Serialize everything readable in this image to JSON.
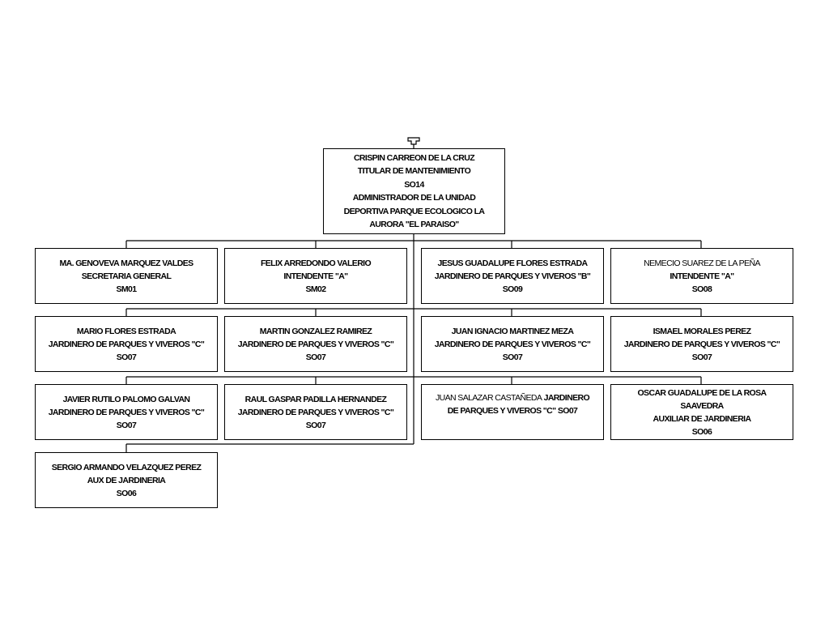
{
  "root": {
    "lines": [
      "CRISPIN CARREON DE LA CRUZ",
      "TITULAR DE MANTENIMIENTO",
      "SO14",
      "ADMINISTRADOR DE LA UNIDAD",
      "DEPORTIVA PARQUE ECOLOGICO LA",
      "AURORA \"EL PARAISO\""
    ]
  },
  "staff": [
    {
      "lines": [
        "MA. GENOVEVA MARQUEZ VALDES",
        "SECRETARIA GENERAL",
        "SM01"
      ]
    },
    {
      "lines": [
        "FELIX ARREDONDO VALERIO",
        "INTENDENTE \"A\"",
        "SM02"
      ]
    },
    {
      "lines": [
        "JESUS GUADALUPE FLORES ESTRADA",
        "JARDINERO DE PARQUES Y VIVEROS \"B\"",
        "SO09"
      ]
    },
    {
      "name_light": "NEMECIO SUAREZ DE LA PEÑA",
      "lines": [
        "INTENDENTE \"A\"",
        "SO08"
      ]
    },
    {
      "lines": [
        "MARIO FLORES ESTRADA",
        "JARDINERO DE PARQUES Y VIVEROS \"C\"",
        "SO07"
      ]
    },
    {
      "lines": [
        "MARTIN GONZALEZ RAMIREZ",
        "JARDINERO DE PARQUES Y VIVEROS \"C\"",
        "SO07"
      ]
    },
    {
      "lines": [
        "JUAN IGNACIO MARTINEZ MEZA",
        "JARDINERO DE PARQUES Y VIVEROS \"C\"",
        "SO07"
      ]
    },
    {
      "lines": [
        "ISMAEL MORALES PEREZ",
        "JARDINERO DE PARQUES Y VIVEROS \"C\"",
        "SO07"
      ]
    },
    {
      "lines": [
        "JAVIER RUTILO PALOMO GALVAN",
        "JARDINERO DE PARQUES Y VIVEROS \"C\"",
        "SO07"
      ]
    },
    {
      "lines": [
        "RAUL GASPAR PADILLA HERNANDEZ",
        "JARDINERO DE PARQUES Y VIVEROS \"C\"",
        "SO07"
      ]
    },
    {
      "name_light": "JUAN SALAZAR CASTAÑEDA",
      "name_rest": " JARDINERO",
      "lines": [
        "DE PARQUES Y VIVEROS \"C\"  SO07"
      ]
    },
    {
      "lines": [
        "OSCAR GUADALUPE DE LA ROSA",
        "SAAVEDRA",
        "AUXILIAR DE JARDINERIA",
        "SO06"
      ]
    },
    {
      "lines": [
        "SERGIO ARMANDO VELAZQUEZ PEREZ",
        "AUX DE JARDINERIA",
        "SO06"
      ]
    }
  ]
}
